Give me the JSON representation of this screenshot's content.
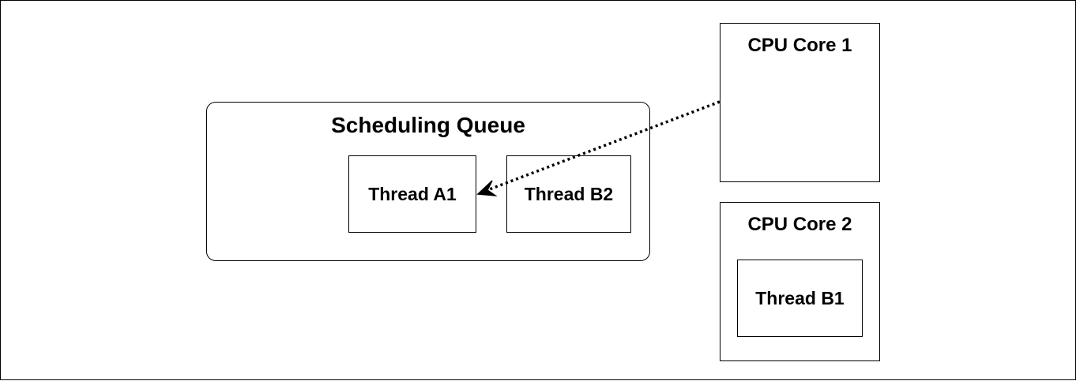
{
  "diagram": {
    "scheduling_queue": {
      "title": "Scheduling Queue"
    },
    "threads_in_queue": [
      {
        "label": "Thread A1"
      },
      {
        "label": "Thread B2"
      }
    ],
    "cores": [
      {
        "title": "CPU Core 1",
        "thread": ""
      },
      {
        "title": "CPU Core 2",
        "thread": "Thread B1"
      }
    ],
    "edges": [
      {
        "from": "CPU Core 1",
        "to": "Thread A1",
        "style": "dotted",
        "arrow": "end"
      }
    ]
  }
}
